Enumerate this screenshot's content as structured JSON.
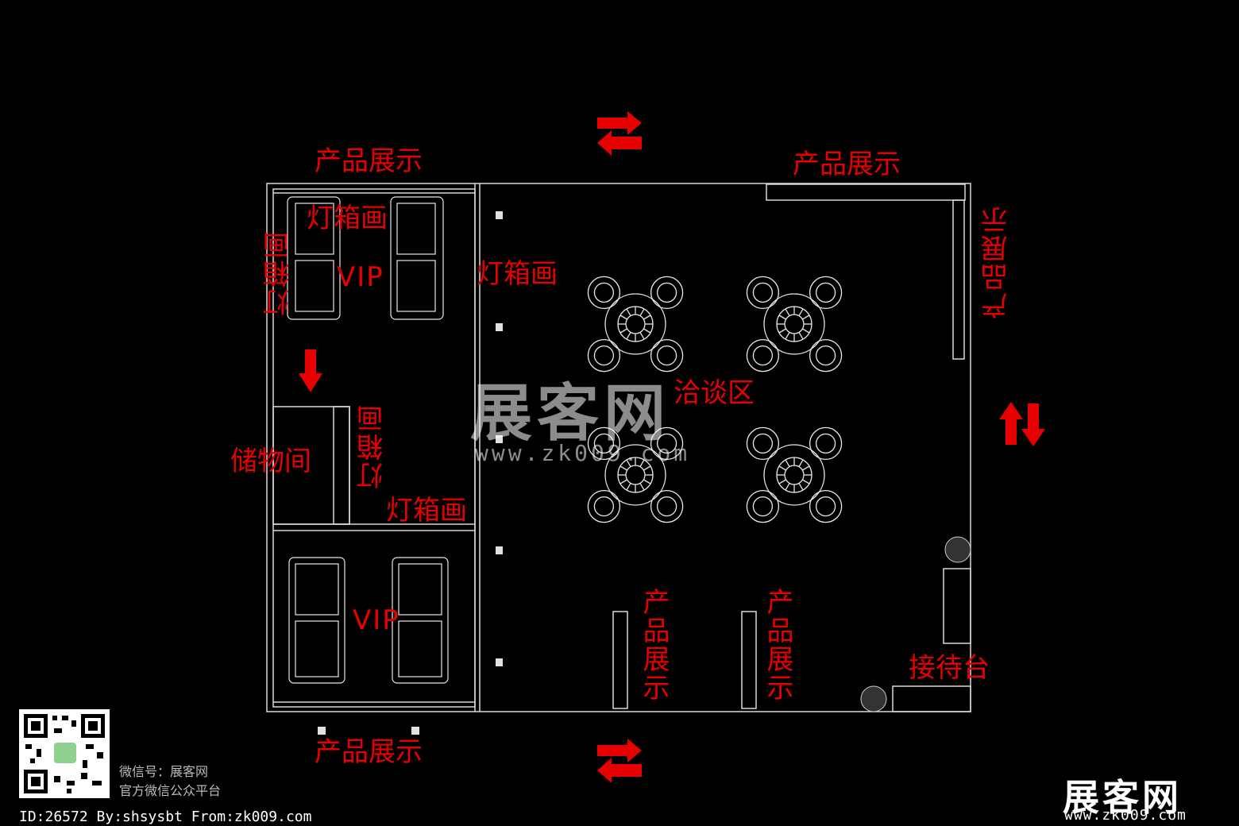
{
  "labels": {
    "product_top_left": "产品展示",
    "product_top_right": "产品展示",
    "product_right": "产品展示",
    "product_bottom_left": "产品展示",
    "product_bottom_mid1": "产品展示",
    "product_bottom_mid2": "产品展示",
    "lightbox_top": "灯箱画",
    "lightbox_left": "灯箱画",
    "lightbox_center": "灯箱画",
    "lightbox_storage_v": "灯箱画",
    "lightbox_storage_h": "灯箱画",
    "vip_top": "VIP",
    "vip_bottom": "VIP",
    "storage": "储物间",
    "meeting": "洽谈区",
    "reception": "接待台"
  },
  "watermark": {
    "center_logo": "展客网",
    "center_url": "www.zk009.com",
    "corner_logo": "展客网",
    "corner_url": "www.zk009.com"
  },
  "footer": {
    "credit": "ID:26572 By:shsysbt From:zk009.com",
    "wechat_line1": "微信号：展客网",
    "wechat_line2": "官方微信公众平台"
  },
  "colors": {
    "label": "#e60000",
    "arrow": "#e60000",
    "lines": "#d9d9d9"
  }
}
